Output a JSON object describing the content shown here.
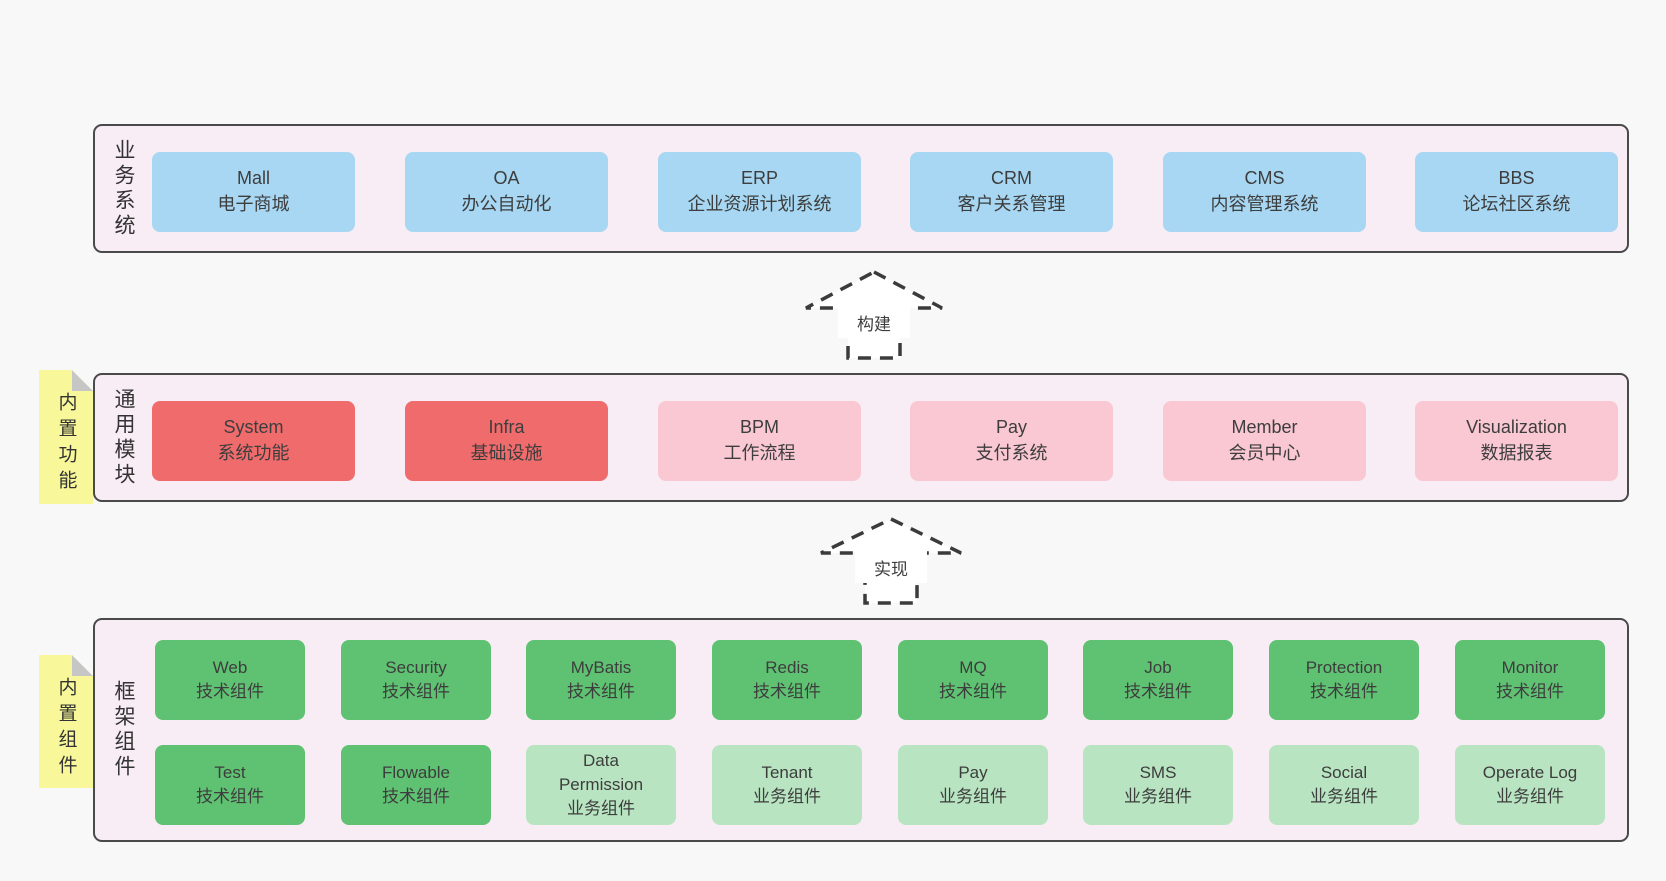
{
  "colors": {
    "page_bg": "#f8f8f8",
    "band_bg": "#f8edf5",
    "band_border": "#4a4a4a",
    "blue": "#a7d7f2",
    "red": "#f06c6c",
    "pink": "#f9c8d3",
    "green": "#5fc172",
    "green_light": "#b8e4c1",
    "yellow": "#f8f89a",
    "fold": "#c6c6c6",
    "arrow": "#3b3b3b",
    "text": "#3d3d3d"
  },
  "arrows": {
    "build": "构建",
    "implement": "实现"
  },
  "bands": {
    "business": {
      "label": "业务系统",
      "boxes": [
        {
          "title": "Mall",
          "subtitle": "电子商城"
        },
        {
          "title": "OA",
          "subtitle": "办公自动化"
        },
        {
          "title": "ERP",
          "subtitle": "企业资源计划系统"
        },
        {
          "title": "CRM",
          "subtitle": "客户关系管理"
        },
        {
          "title": "CMS",
          "subtitle": "内容管理系统"
        },
        {
          "title": "BBS",
          "subtitle": "论坛社区系统"
        }
      ]
    },
    "modules": {
      "label": "通用模块",
      "sticky": "内置功能",
      "boxes": [
        {
          "title": "System",
          "subtitle": "系统功能",
          "variant": "red"
        },
        {
          "title": "Infra",
          "subtitle": "基础设施",
          "variant": "red"
        },
        {
          "title": "BPM",
          "subtitle": "工作流程",
          "variant": "pink"
        },
        {
          "title": "Pay",
          "subtitle": "支付系统",
          "variant": "pink"
        },
        {
          "title": "Member",
          "subtitle": "会员中心",
          "variant": "pink"
        },
        {
          "title": "Visualization",
          "subtitle": "数据报表",
          "variant": "pink"
        }
      ]
    },
    "components": {
      "label": "框架组件",
      "sticky": "内置组件",
      "row1": [
        {
          "title": "Web",
          "subtitle": "技术组件",
          "variant": "green"
        },
        {
          "title": "Security",
          "subtitle": "技术组件",
          "variant": "green"
        },
        {
          "title": "MyBatis",
          "subtitle": "技术组件",
          "variant": "green"
        },
        {
          "title": "Redis",
          "subtitle": "技术组件",
          "variant": "green"
        },
        {
          "title": "MQ",
          "subtitle": "技术组件",
          "variant": "green"
        },
        {
          "title": "Job",
          "subtitle": "技术组件",
          "variant": "green"
        },
        {
          "title": "Protection",
          "subtitle": "技术组件",
          "variant": "green"
        },
        {
          "title": "Monitor",
          "subtitle": "技术组件",
          "variant": "green"
        }
      ],
      "row2": [
        {
          "title": "Test",
          "subtitle": "技术组件",
          "variant": "green"
        },
        {
          "title": "Flowable",
          "subtitle": "技术组件",
          "variant": "green"
        },
        {
          "title": "Data Permission",
          "subtitle": "业务组件",
          "variant": "light"
        },
        {
          "title": "Tenant",
          "subtitle": "业务组件",
          "variant": "light"
        },
        {
          "title": "Pay",
          "subtitle": "业务组件",
          "variant": "light"
        },
        {
          "title": "SMS",
          "subtitle": "业务组件",
          "variant": "light"
        },
        {
          "title": "Social",
          "subtitle": "业务组件",
          "variant": "light"
        },
        {
          "title": "Operate Log",
          "subtitle": "业务组件",
          "variant": "light"
        }
      ]
    }
  }
}
